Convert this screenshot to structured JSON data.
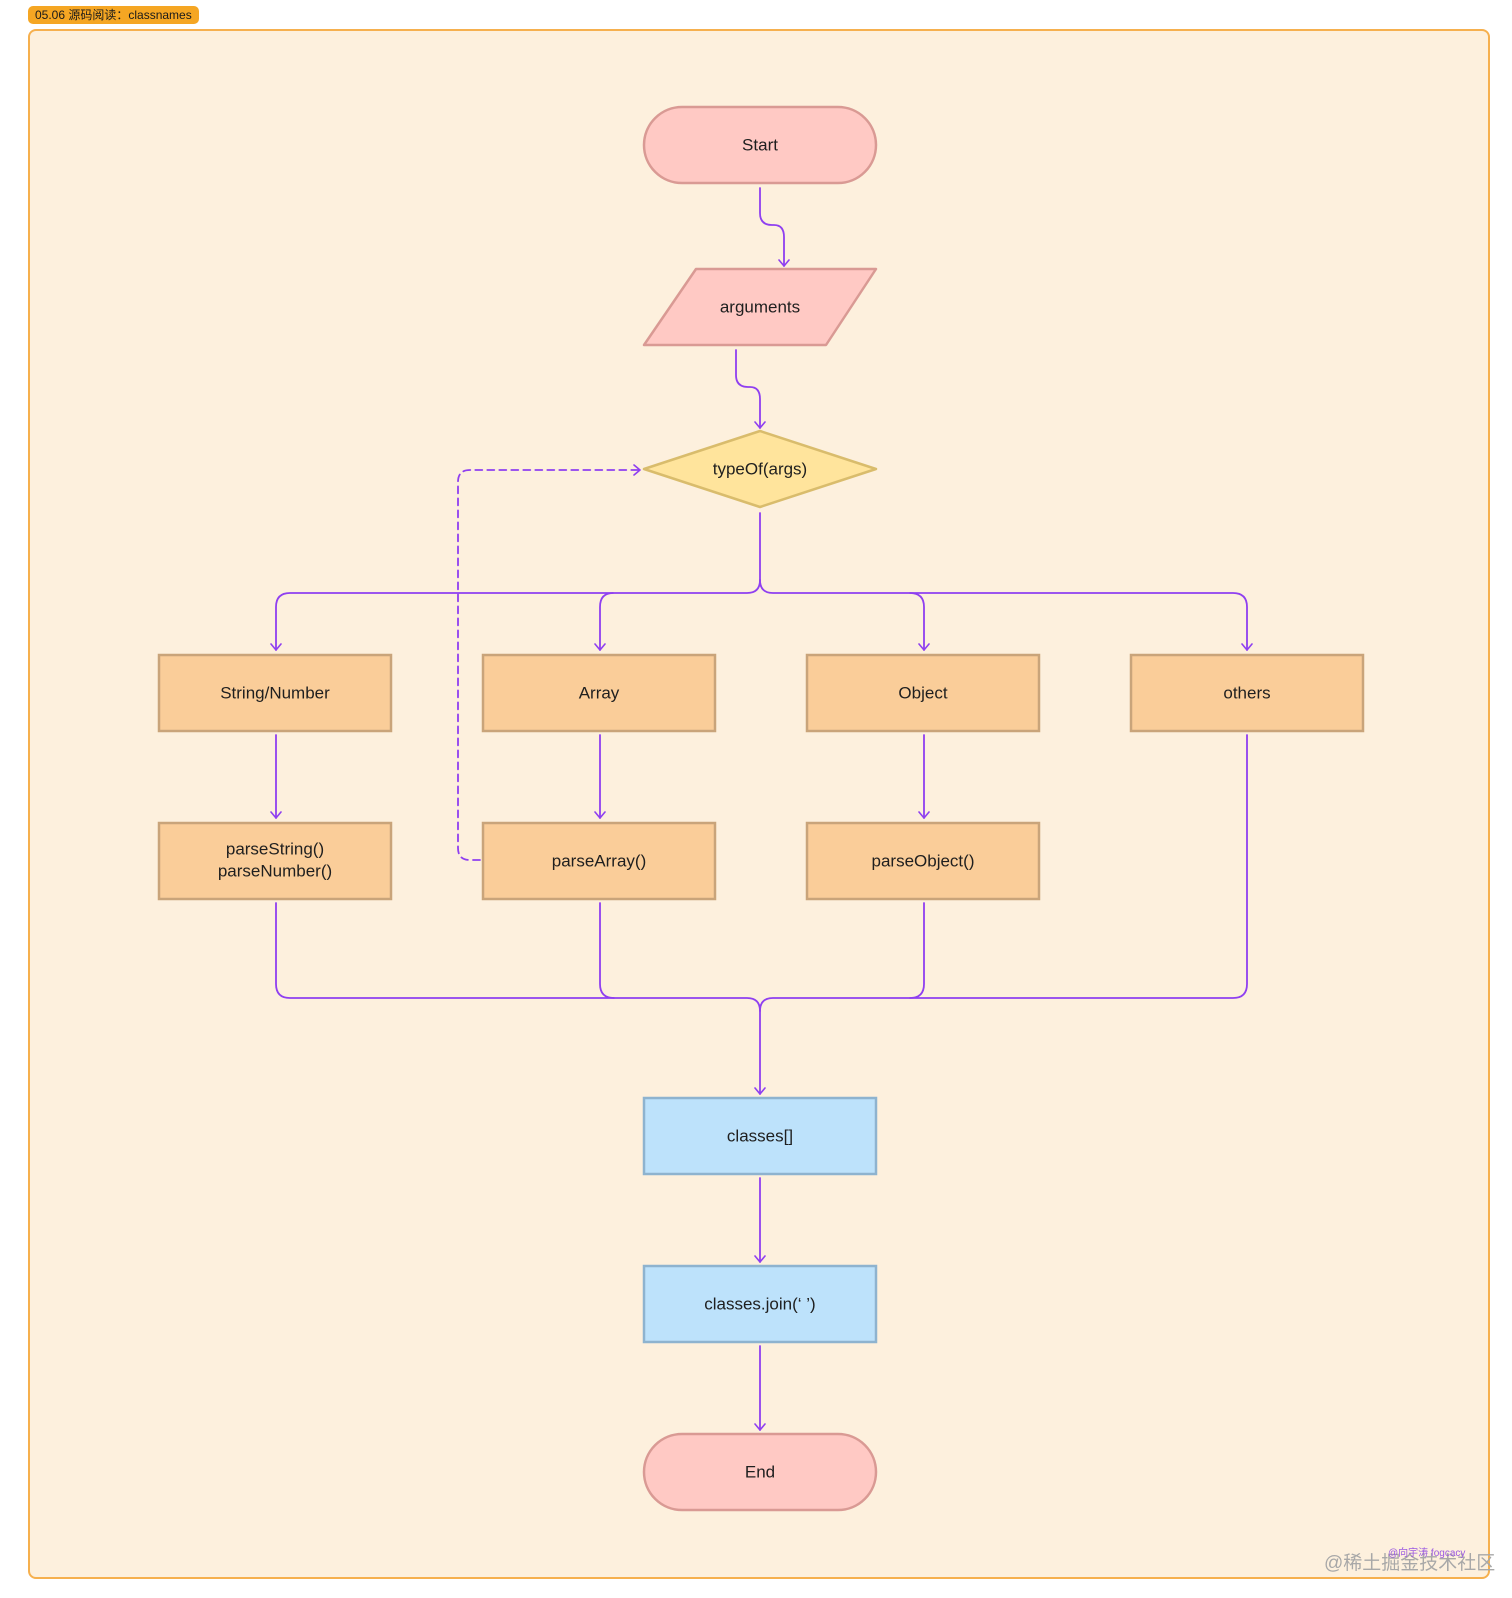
{
  "frame": {
    "title": "05.06 源码阅读：classnames"
  },
  "nodes": {
    "start": "Start",
    "arguments": "arguments",
    "type_of": "typeOf(args)",
    "string_number": "String/Number",
    "array": "Array",
    "object": "Object",
    "others": "others",
    "parse_string_line1": "parseString()",
    "parse_string_line2": "parseNumber()",
    "parse_array": "parseArray()",
    "parse_object": "parseObject()",
    "classes": "classes[]",
    "join": "classes.join(‘ ’)",
    "end": "End"
  },
  "colors": {
    "terminal_fill": "#ffc9c4",
    "terminal_stroke": "#d99a94",
    "decision_fill": "#ffe49c",
    "decision_stroke": "#d9bc6c",
    "process_fill": "#facd99",
    "process_stroke": "#c9a47a",
    "output_fill": "#bde2fb",
    "output_stroke": "#8eb3cf",
    "connector": "#8f3ff0",
    "frame_fill": "#fdf0dd",
    "frame_stroke": "#f6b04e"
  },
  "watermark": {
    "site": "@稀土掘金技术社区",
    "author": "@向宇涛 fogcacy"
  }
}
